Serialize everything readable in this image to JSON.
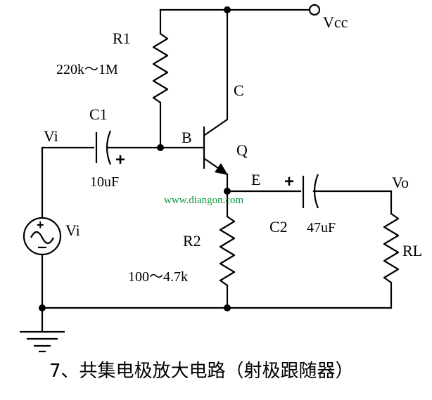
{
  "labels": {
    "vcc": "Vcc",
    "r1_name": "R1",
    "r1_value": "220k～1M",
    "c1_name": "C1",
    "c1_value": "10uF",
    "vi_node": "Vi",
    "vi_source": "Vi",
    "base": "B",
    "collector": "C",
    "transistor": "Q",
    "emitter": "E",
    "c2_name": "C2",
    "c2_value": "47uF",
    "vo": "Vo",
    "r2_name": "R2",
    "r2_value": "100～4.7k",
    "load": "RL",
    "plus_c1": "+",
    "plus_c2": "+"
  },
  "watermark": "www.diangon.com",
  "caption": "7、共集电极放大电路（射极跟随器）",
  "colors": {
    "line": "#000000",
    "watermark": "#0a9a3a"
  }
}
